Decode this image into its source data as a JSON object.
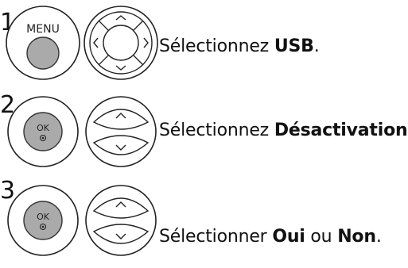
{
  "steps": [
    {
      "number": "1",
      "button_label": "MENU",
      "button_icon": "menu-button-icon",
      "dpad_icon": "four-way-nav-icon",
      "text_prefix": "Sélectionnez ",
      "text_bold": "USB",
      "text_suffix": ".",
      "text_bold2": ""
    },
    {
      "number": "2",
      "button_label": "OK",
      "button_icon": "ok-button-icon",
      "dpad_icon": "up-down-nav-icon",
      "text_prefix": "Sélectionnez ",
      "text_bold": "Désactivation",
      "text_suffix": ".",
      "text_bold2": ""
    },
    {
      "number": "3",
      "button_label": "OK",
      "button_icon": "ok-button-icon",
      "dpad_icon": "up-down-nav-icon",
      "text_prefix": "Sélectionner ",
      "text_bold": "Oui",
      "text_middle": " ou ",
      "text_bold2": "Non",
      "text_suffix": "."
    }
  ]
}
